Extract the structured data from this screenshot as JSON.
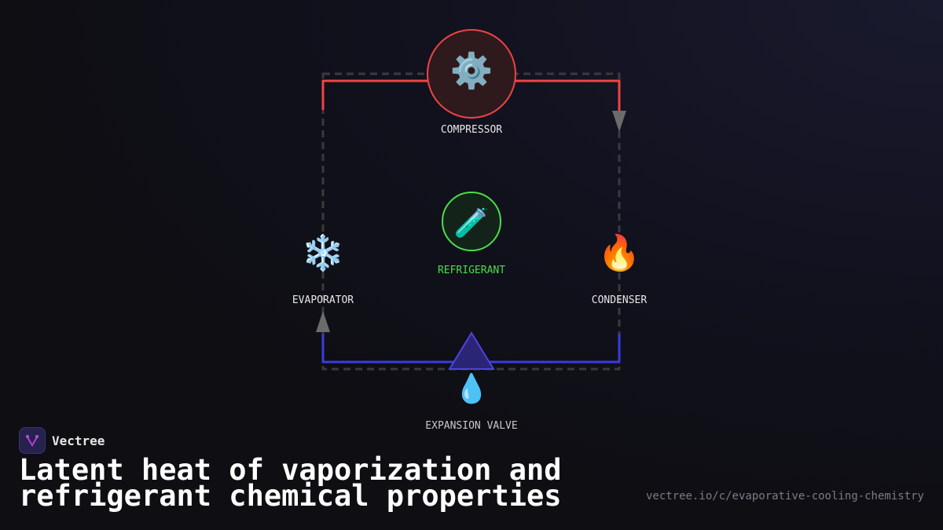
{
  "diagram": {
    "nodes": [
      {
        "id": "compressor",
        "label": "COMPRESSOR",
        "icon": "gear-icon",
        "color": "#ef4444"
      },
      {
        "id": "refrigerant",
        "label": "REFRIGERANT",
        "icon": "test-tube-icon",
        "color": "#4ade4a"
      },
      {
        "id": "evaporator",
        "label": "EVAPORATOR",
        "icon": "snowflake-icon"
      },
      {
        "id": "condenser",
        "label": "CONDENSER",
        "icon": "fire-icon"
      },
      {
        "id": "expansion_valve",
        "label": "EXPANSION VALVE",
        "icon": "droplet-icon",
        "color": "#4338ca"
      }
    ],
    "hot_line_color": "#ef4444",
    "cold_line_color": "#3b3be0"
  },
  "brand": {
    "name": "Vectree"
  },
  "title": "Latent heat of vaporization and refrigerant chemical properties",
  "url": "vectree.io/c/evaporative-cooling-chemistry"
}
